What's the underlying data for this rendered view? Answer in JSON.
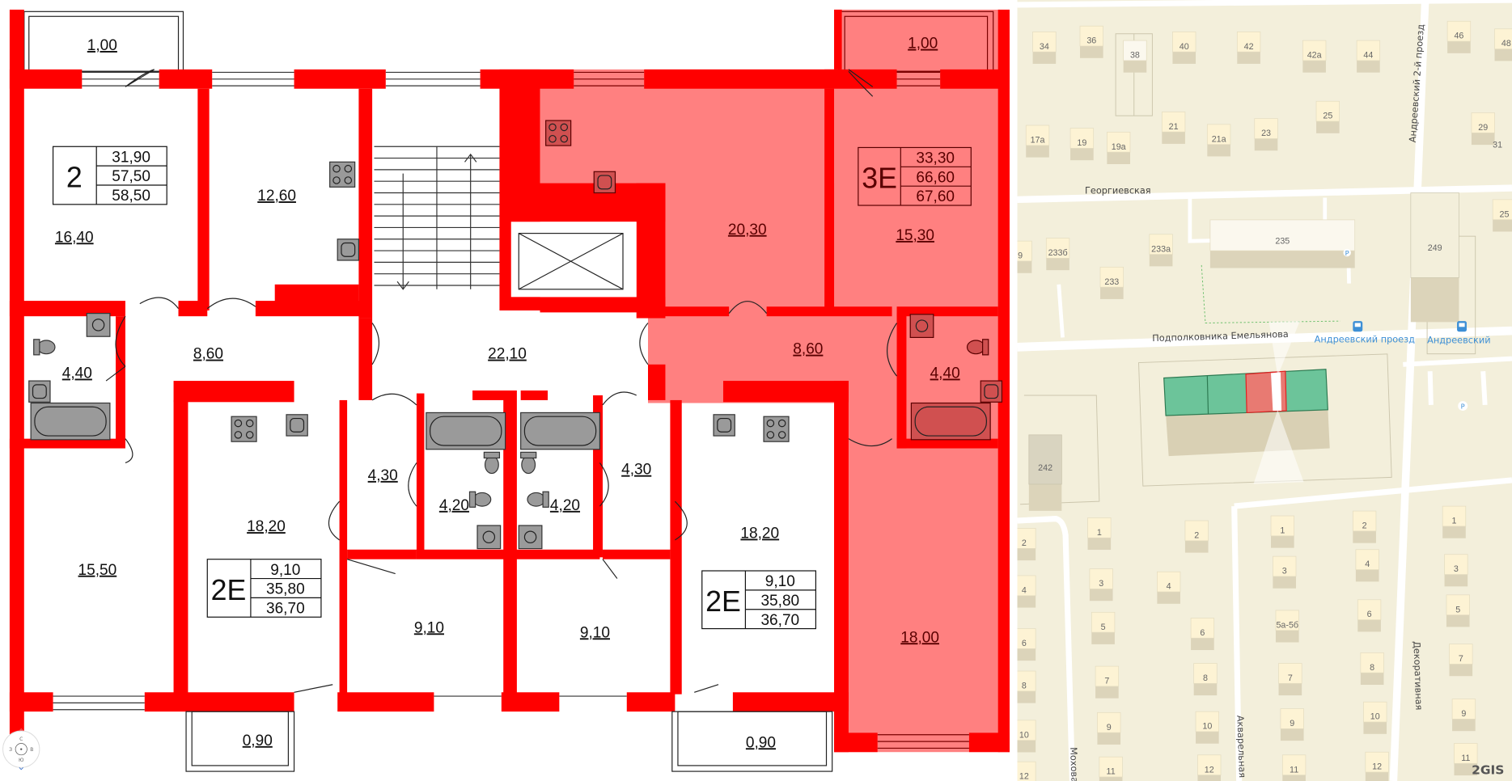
{
  "floor_plan": {
    "balconies": {
      "top_left": "1,00",
      "top_right": "1,00",
      "bottom_left": "0,90",
      "bottom_right": "0,90"
    },
    "rooms": {
      "left_room": "16,40",
      "left_kitchen": "12,60",
      "left_hall": "8,60",
      "left_bath": "4,40",
      "stair_hall": "22,10",
      "left_bottom_room": "15,50",
      "apt2e_left_room": "18,20",
      "hall_left_small": "4,30",
      "bath_center_left": "4,20",
      "bath_center_right": "4,20",
      "hall_right_small": "4,30",
      "center_left_kitchen": "9,10",
      "center_right_kitchen": "9,10",
      "apt2e_right_room": "18,20",
      "hl_kitchen": "20,30",
      "hl_room_top": "15,30",
      "hl_hall": "8,60",
      "hl_bath": "4,40",
      "hl_room_bottom": "18,00"
    },
    "apartments": [
      {
        "type": "2",
        "living": "31,90",
        "total": "57,50",
        "total_with_balcony": "58,50"
      },
      {
        "type": "3Е",
        "living": "33,30",
        "total": "66,60",
        "total_with_balcony": "67,60",
        "highlighted": true
      },
      {
        "type": "2Е",
        "living": "9,10",
        "total": "35,80",
        "total_with_balcony": "36,70"
      },
      {
        "type": "2Е",
        "living": "9,10",
        "total": "35,80",
        "total_with_balcony": "36,70"
      }
    ],
    "compass": {
      "north": "С",
      "west": "З",
      "east": "В",
      "south": "Ю"
    },
    "colors": {
      "wall": "#ff0000",
      "highlight": "#ff8080"
    }
  },
  "map": {
    "streets": {
      "georgievskaya": "Георгиевская",
      "emelyanova": "Подполковника Емельянова",
      "andreevsky_2": "Андреевский 2-й проезд",
      "mokhovaya": "Моховая",
      "akvarelnaya": "Акварельная",
      "dekorativnaya": "Декоративная"
    },
    "bus_stops": [
      "Андреевский проезд",
      "Андреевский"
    ],
    "buildings": [
      "34",
      "36",
      "38",
      "40",
      "42",
      "42а",
      "44",
      "46",
      "48",
      "17а",
      "19",
      "19а",
      "21",
      "21а",
      "23",
      "25",
      "29",
      "31",
      "233б",
      "233а",
      "233",
      "235",
      "249",
      "25",
      "9",
      "242",
      "2",
      "4",
      "6",
      "8",
      "10",
      "12",
      "1",
      "3",
      "5",
      "7",
      "9",
      "11",
      "2",
      "4",
      "6",
      "8",
      "10",
      "12",
      "1",
      "3",
      "5а-5б",
      "7",
      "9",
      "11",
      "2",
      "4",
      "6",
      "8",
      "10",
      "12",
      "1",
      "3",
      "5",
      "7",
      "9",
      "11"
    ],
    "logo": "2GIS",
    "colors": {
      "target_building": "#6cc49a",
      "selected_section": "#e87a72",
      "background": "#f3efdb"
    }
  }
}
